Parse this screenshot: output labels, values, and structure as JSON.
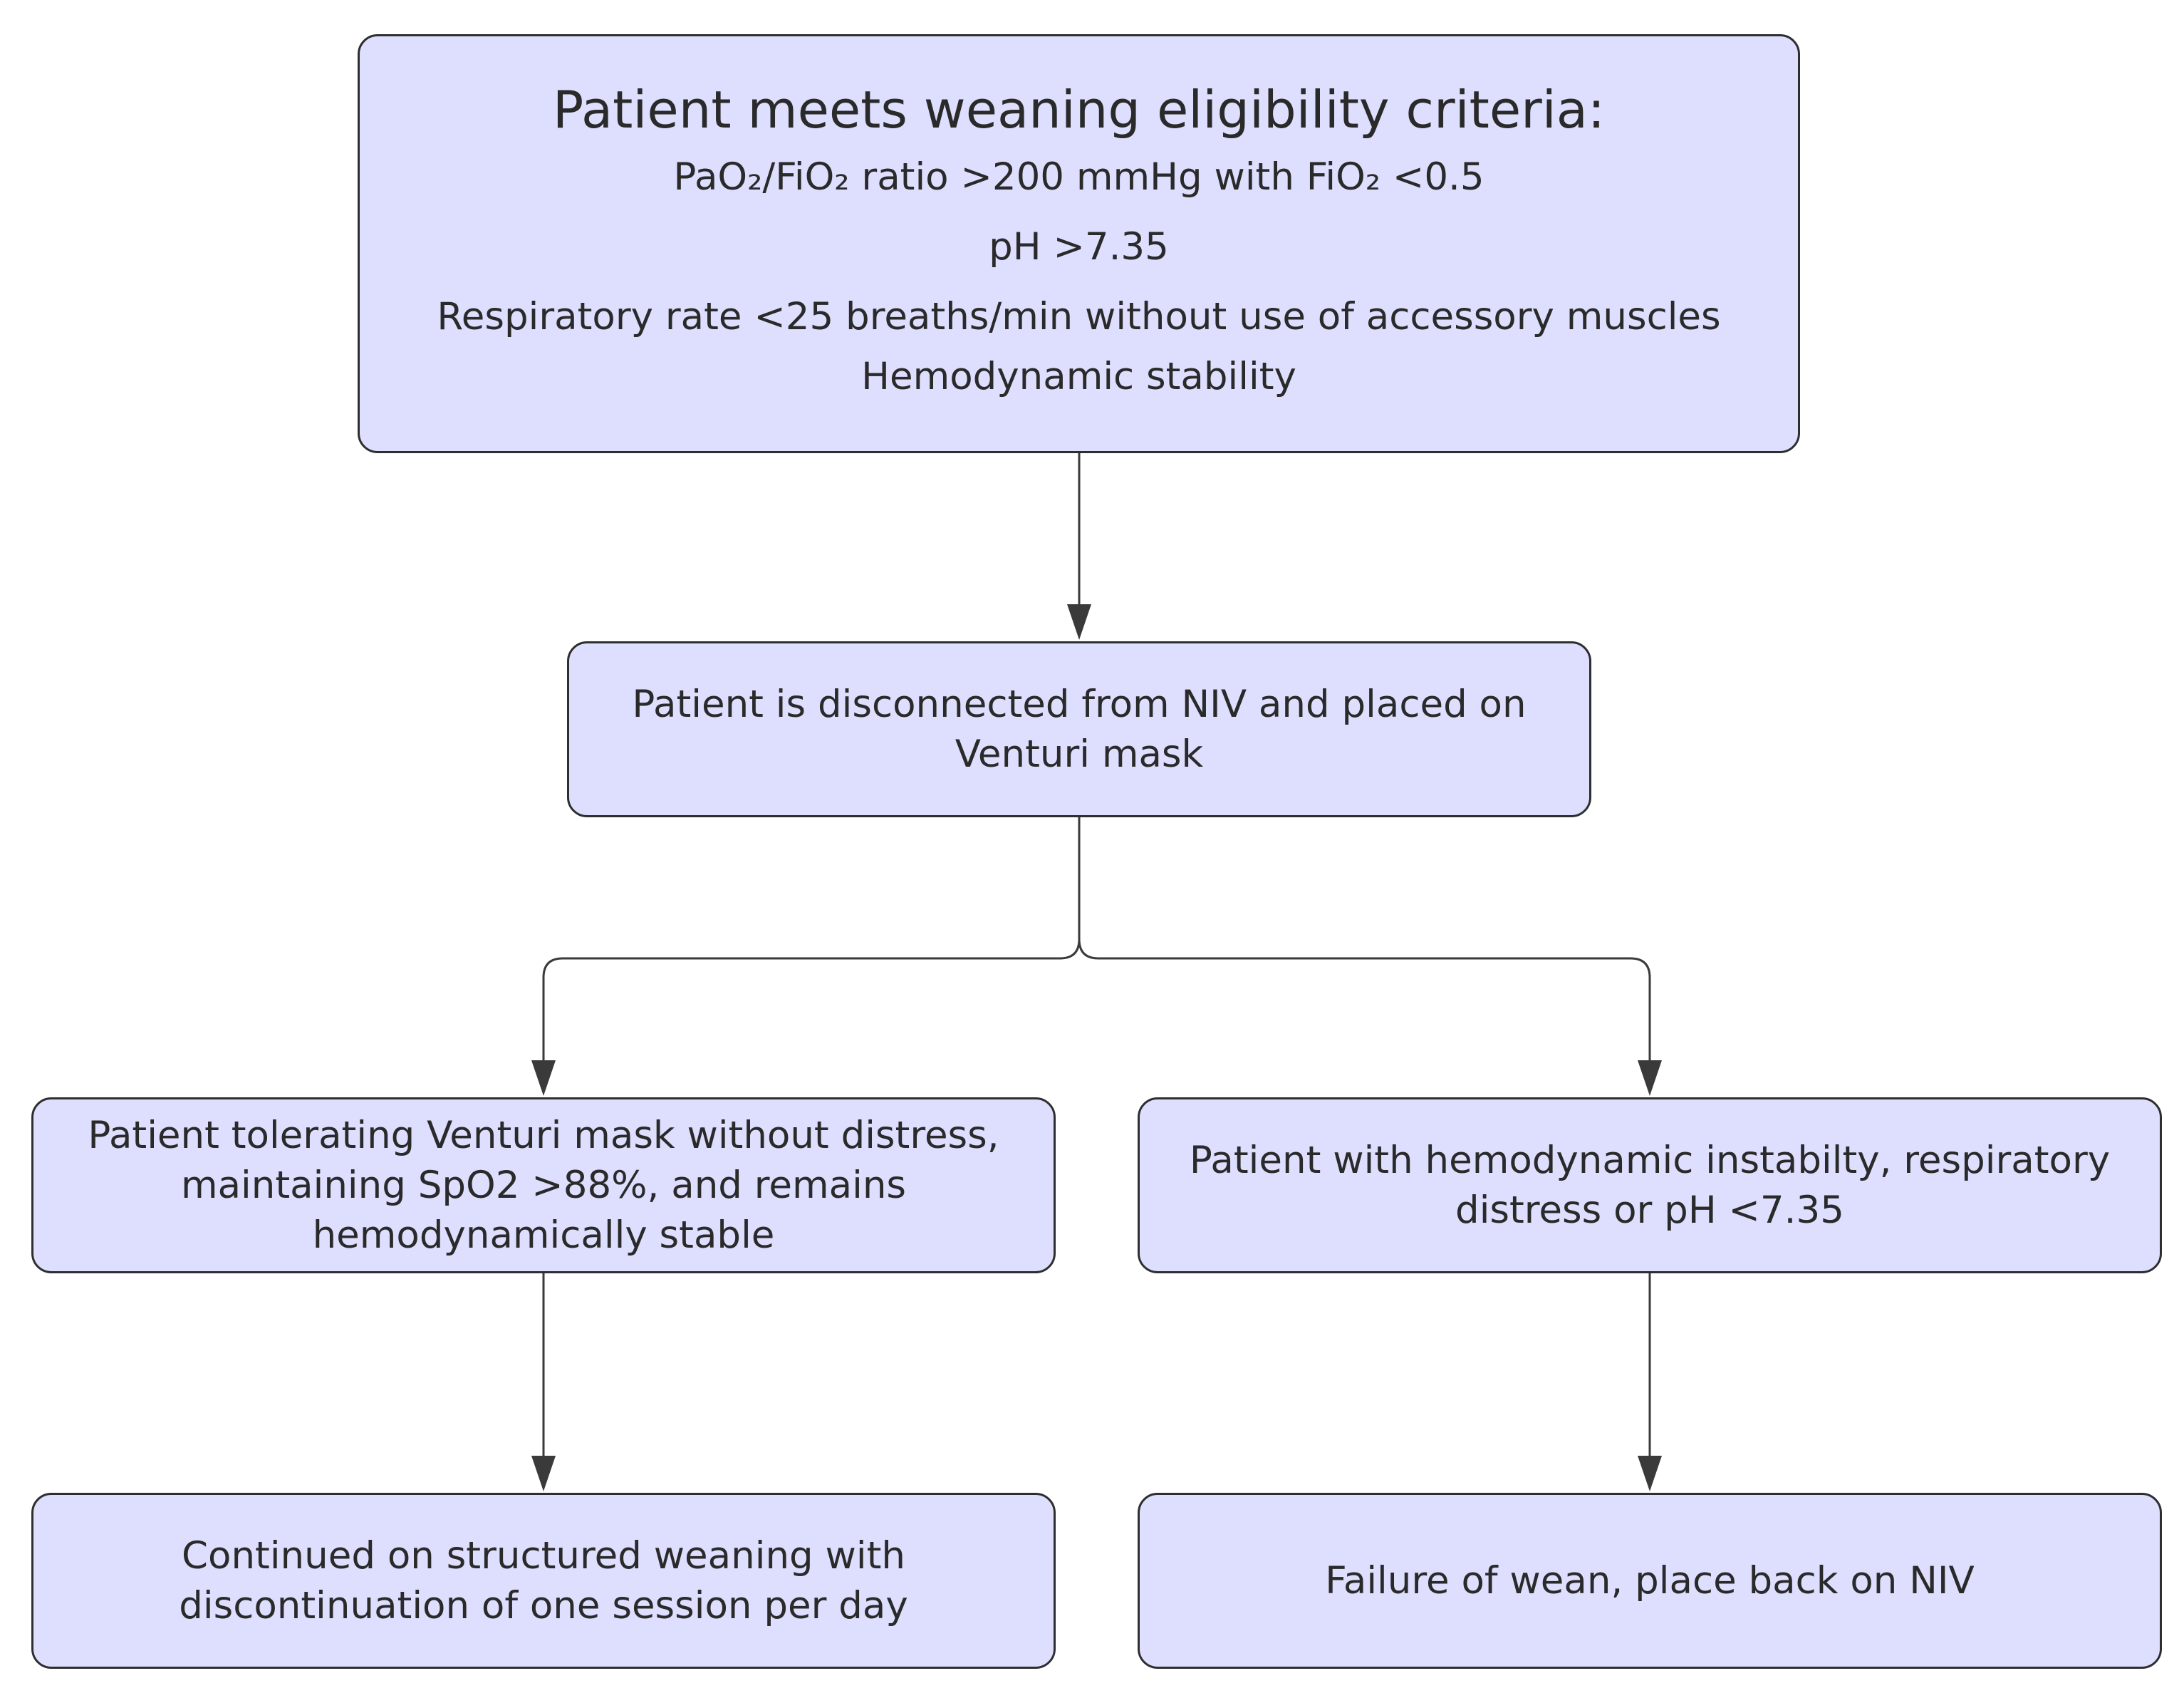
{
  "flowchart": {
    "eligibility": {
      "title": "Patient meets weaning eligibility criteria:",
      "criteria": [
        "PaO₂/FiO₂ ratio >200 mmHg with FiO₂ <0.5",
        "pH >7.35",
        "Respiratory rate <25 breaths/min without use of accessory muscles",
        "Hemodynamic stability"
      ]
    },
    "disconnect": {
      "lines": [
        "Patient is disconnected from NIV and placed on",
        "Venturi mask"
      ]
    },
    "tolerating": {
      "lines": [
        "Patient tolerating Venturi mask without distress,",
        "maintaining SpO2 >88%, and remains",
        "hemodynamically stable"
      ]
    },
    "instability": {
      "lines": [
        "Patient with hemodynamic instabilty, respiratory",
        "distress or pH <7.35"
      ]
    },
    "continued": {
      "lines": [
        "Continued on structured weaning with",
        "discontinuation of one session per day"
      ]
    },
    "failure": {
      "lines": [
        "Failure of wean, place back on NIV"
      ]
    }
  },
  "colors": {
    "node_fill": "#dedeff",
    "node_border": "#2e2e2e",
    "edge": "#3a3a3a",
    "text": "#2a2a2a"
  }
}
